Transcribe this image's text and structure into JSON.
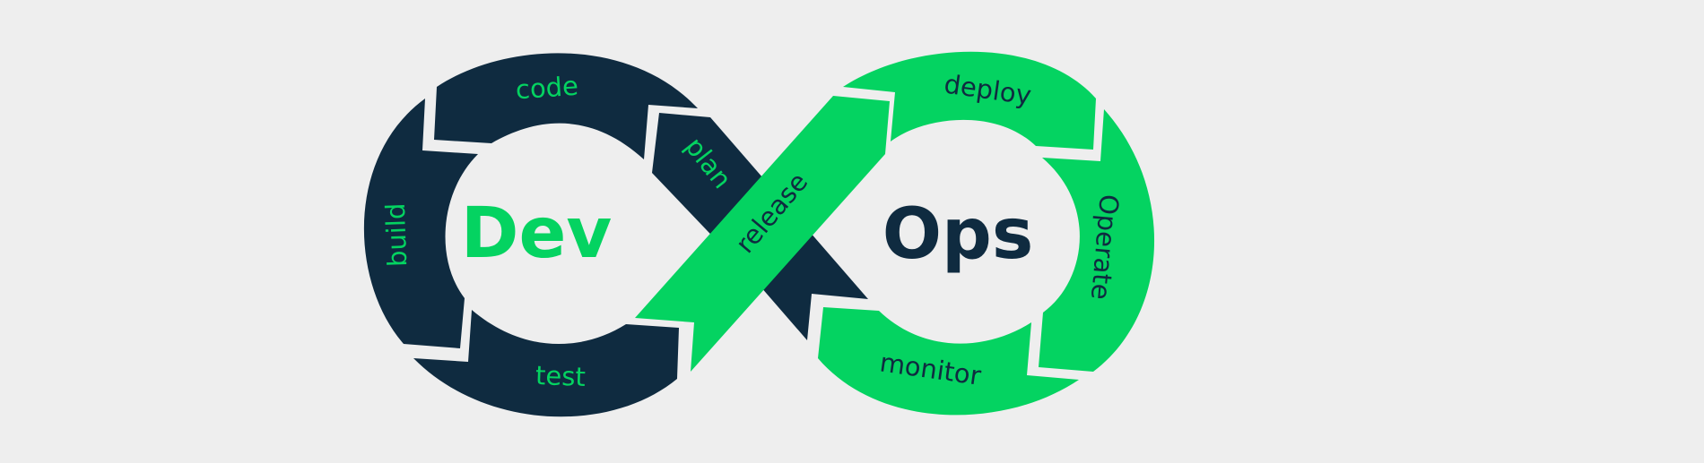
{
  "diagram": {
    "title": "DevOps",
    "colors": {
      "background": "#eeeeee",
      "dev": "#0f2b40",
      "ops": "#04d361",
      "gap": "#eeeeee"
    },
    "dev_label": "Dev",
    "ops_label": "Ops",
    "dev_stages": [
      {
        "id": "plan",
        "label": "plan"
      },
      {
        "id": "code",
        "label": "code"
      },
      {
        "id": "build",
        "label": "build"
      },
      {
        "id": "test",
        "label": "test"
      }
    ],
    "ops_stages": [
      {
        "id": "release",
        "label": "release"
      },
      {
        "id": "deploy",
        "label": "deploy"
      },
      {
        "id": "operate",
        "label": "Operate"
      },
      {
        "id": "monitor",
        "label": "monitor"
      }
    ]
  }
}
